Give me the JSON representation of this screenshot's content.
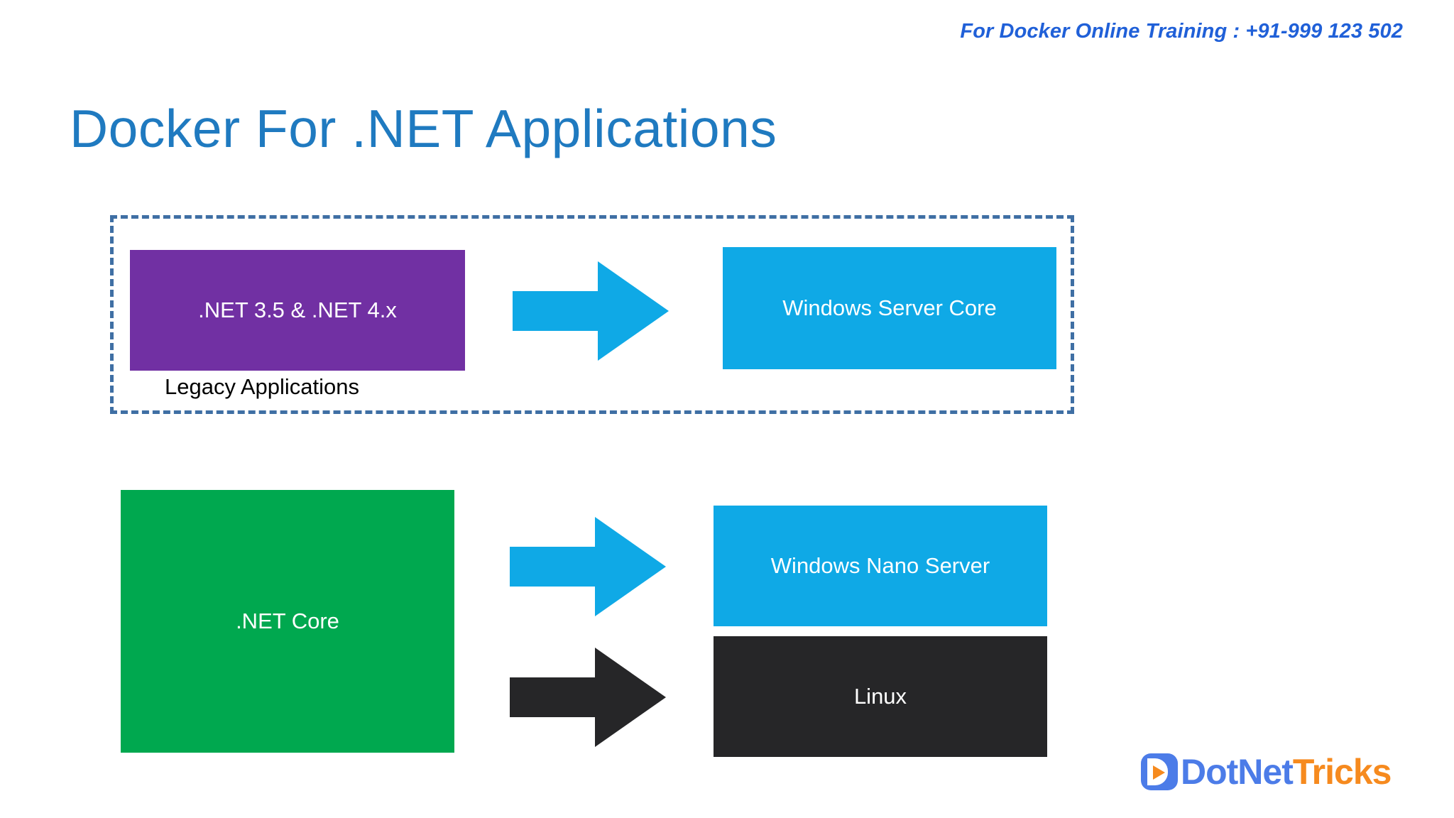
{
  "header": {
    "contact": "For Docker Online Training : +91-999 123 502"
  },
  "title": "Docker For .NET Applications",
  "diagram": {
    "legacy_group": {
      "caption": "Legacy Applications",
      "source_box": {
        "label": ".NET 3.5 & .NET 4.x",
        "color": "#7130a3"
      },
      "target_box": {
        "label": "Windows Server Core",
        "color": "#0fa9e6"
      },
      "arrow": {
        "name": "arrow-legacy-to-server-core",
        "color": "#0fa9e6"
      },
      "border_color": "#3f6fa4"
    },
    "core_group": {
      "source_box": {
        "label": ".NET Core",
        "color": "#00a84f"
      },
      "target_boxes": [
        {
          "label": "Windows Nano Server",
          "color": "#0fa9e6"
        },
        {
          "label": "Linux",
          "color": "#262628"
        }
      ],
      "arrows": [
        {
          "name": "arrow-core-to-nano",
          "color": "#0fa9e6"
        },
        {
          "name": "arrow-core-to-linux",
          "color": "#262628"
        }
      ]
    }
  },
  "brand": {
    "mark_icon": "play-in-rounded-square-icon",
    "word_primary": "DotNet",
    "word_accent": "Tricks",
    "primary_color": "#4c7ce8",
    "accent_color": "#f68a1e"
  },
  "theme": {
    "background": "#ffffff",
    "title_color": "#1f7ac0",
    "contact_color": "#2060d8"
  }
}
